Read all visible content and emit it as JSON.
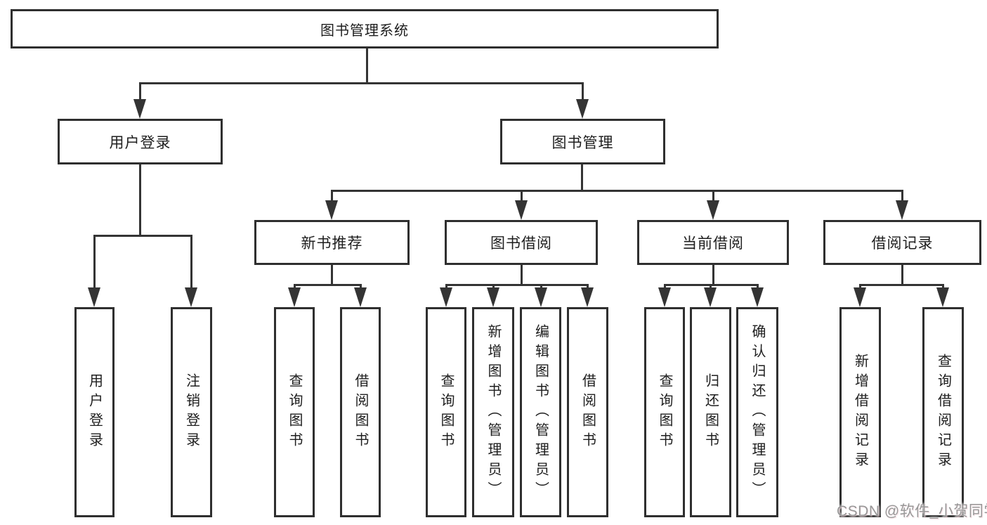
{
  "colors": {
    "background": "#ffffff",
    "line": "#343434",
    "box_border": "#2f2f2f",
    "text": "#1e1e1e",
    "watermark_text": "#979797",
    "watermark_tint": "#e8a0af"
  },
  "diagram": {
    "root": {
      "label": "图书管理系统"
    },
    "branches": [
      {
        "label": "用户登录",
        "leaves": [
          {
            "label": "用户登录"
          },
          {
            "label": "注销登录"
          }
        ]
      },
      {
        "label": "图书管理",
        "sections": [
          {
            "label": "新书推荐",
            "leaves": [
              {
                "label": "查询图书"
              },
              {
                "label": "借阅图书"
              }
            ]
          },
          {
            "label": "图书借阅",
            "leaves": [
              {
                "label": "查询图书"
              },
              {
                "label": "新增图书（管理员）"
              },
              {
                "label": "编辑图书（管理员）"
              },
              {
                "label": "借阅图书"
              }
            ]
          },
          {
            "label": "当前借阅",
            "leaves": [
              {
                "label": "查询图书"
              },
              {
                "label": "归还图书"
              },
              {
                "label": "确认归还（管理员）"
              }
            ]
          },
          {
            "label": "借阅记录",
            "leaves": [
              {
                "label": "新增借阅记录"
              },
              {
                "label": "查询借阅记录"
              }
            ]
          }
        ]
      }
    ]
  },
  "watermark": {
    "text": "CSDN @软件_小贺同学"
  }
}
